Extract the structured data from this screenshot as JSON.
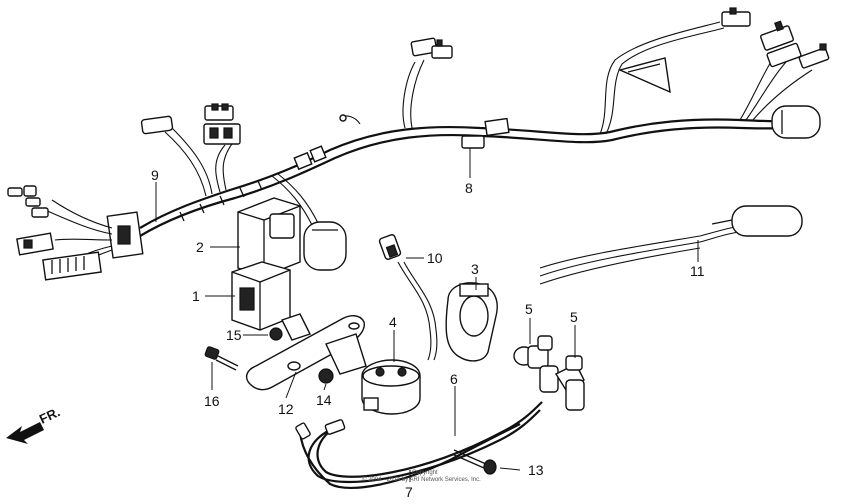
{
  "diagram": {
    "callouts": [
      "1",
      "2",
      "3",
      "4",
      "5",
      "5",
      "6",
      "7",
      "8",
      "9",
      "10",
      "11",
      "12",
      "13",
      "14",
      "15",
      "16"
    ],
    "direction_label": "FR.",
    "copyright_line1": "Copyright",
    "copyright_line2": "© 2004 - 2014 by ARI Network Services, Inc."
  }
}
